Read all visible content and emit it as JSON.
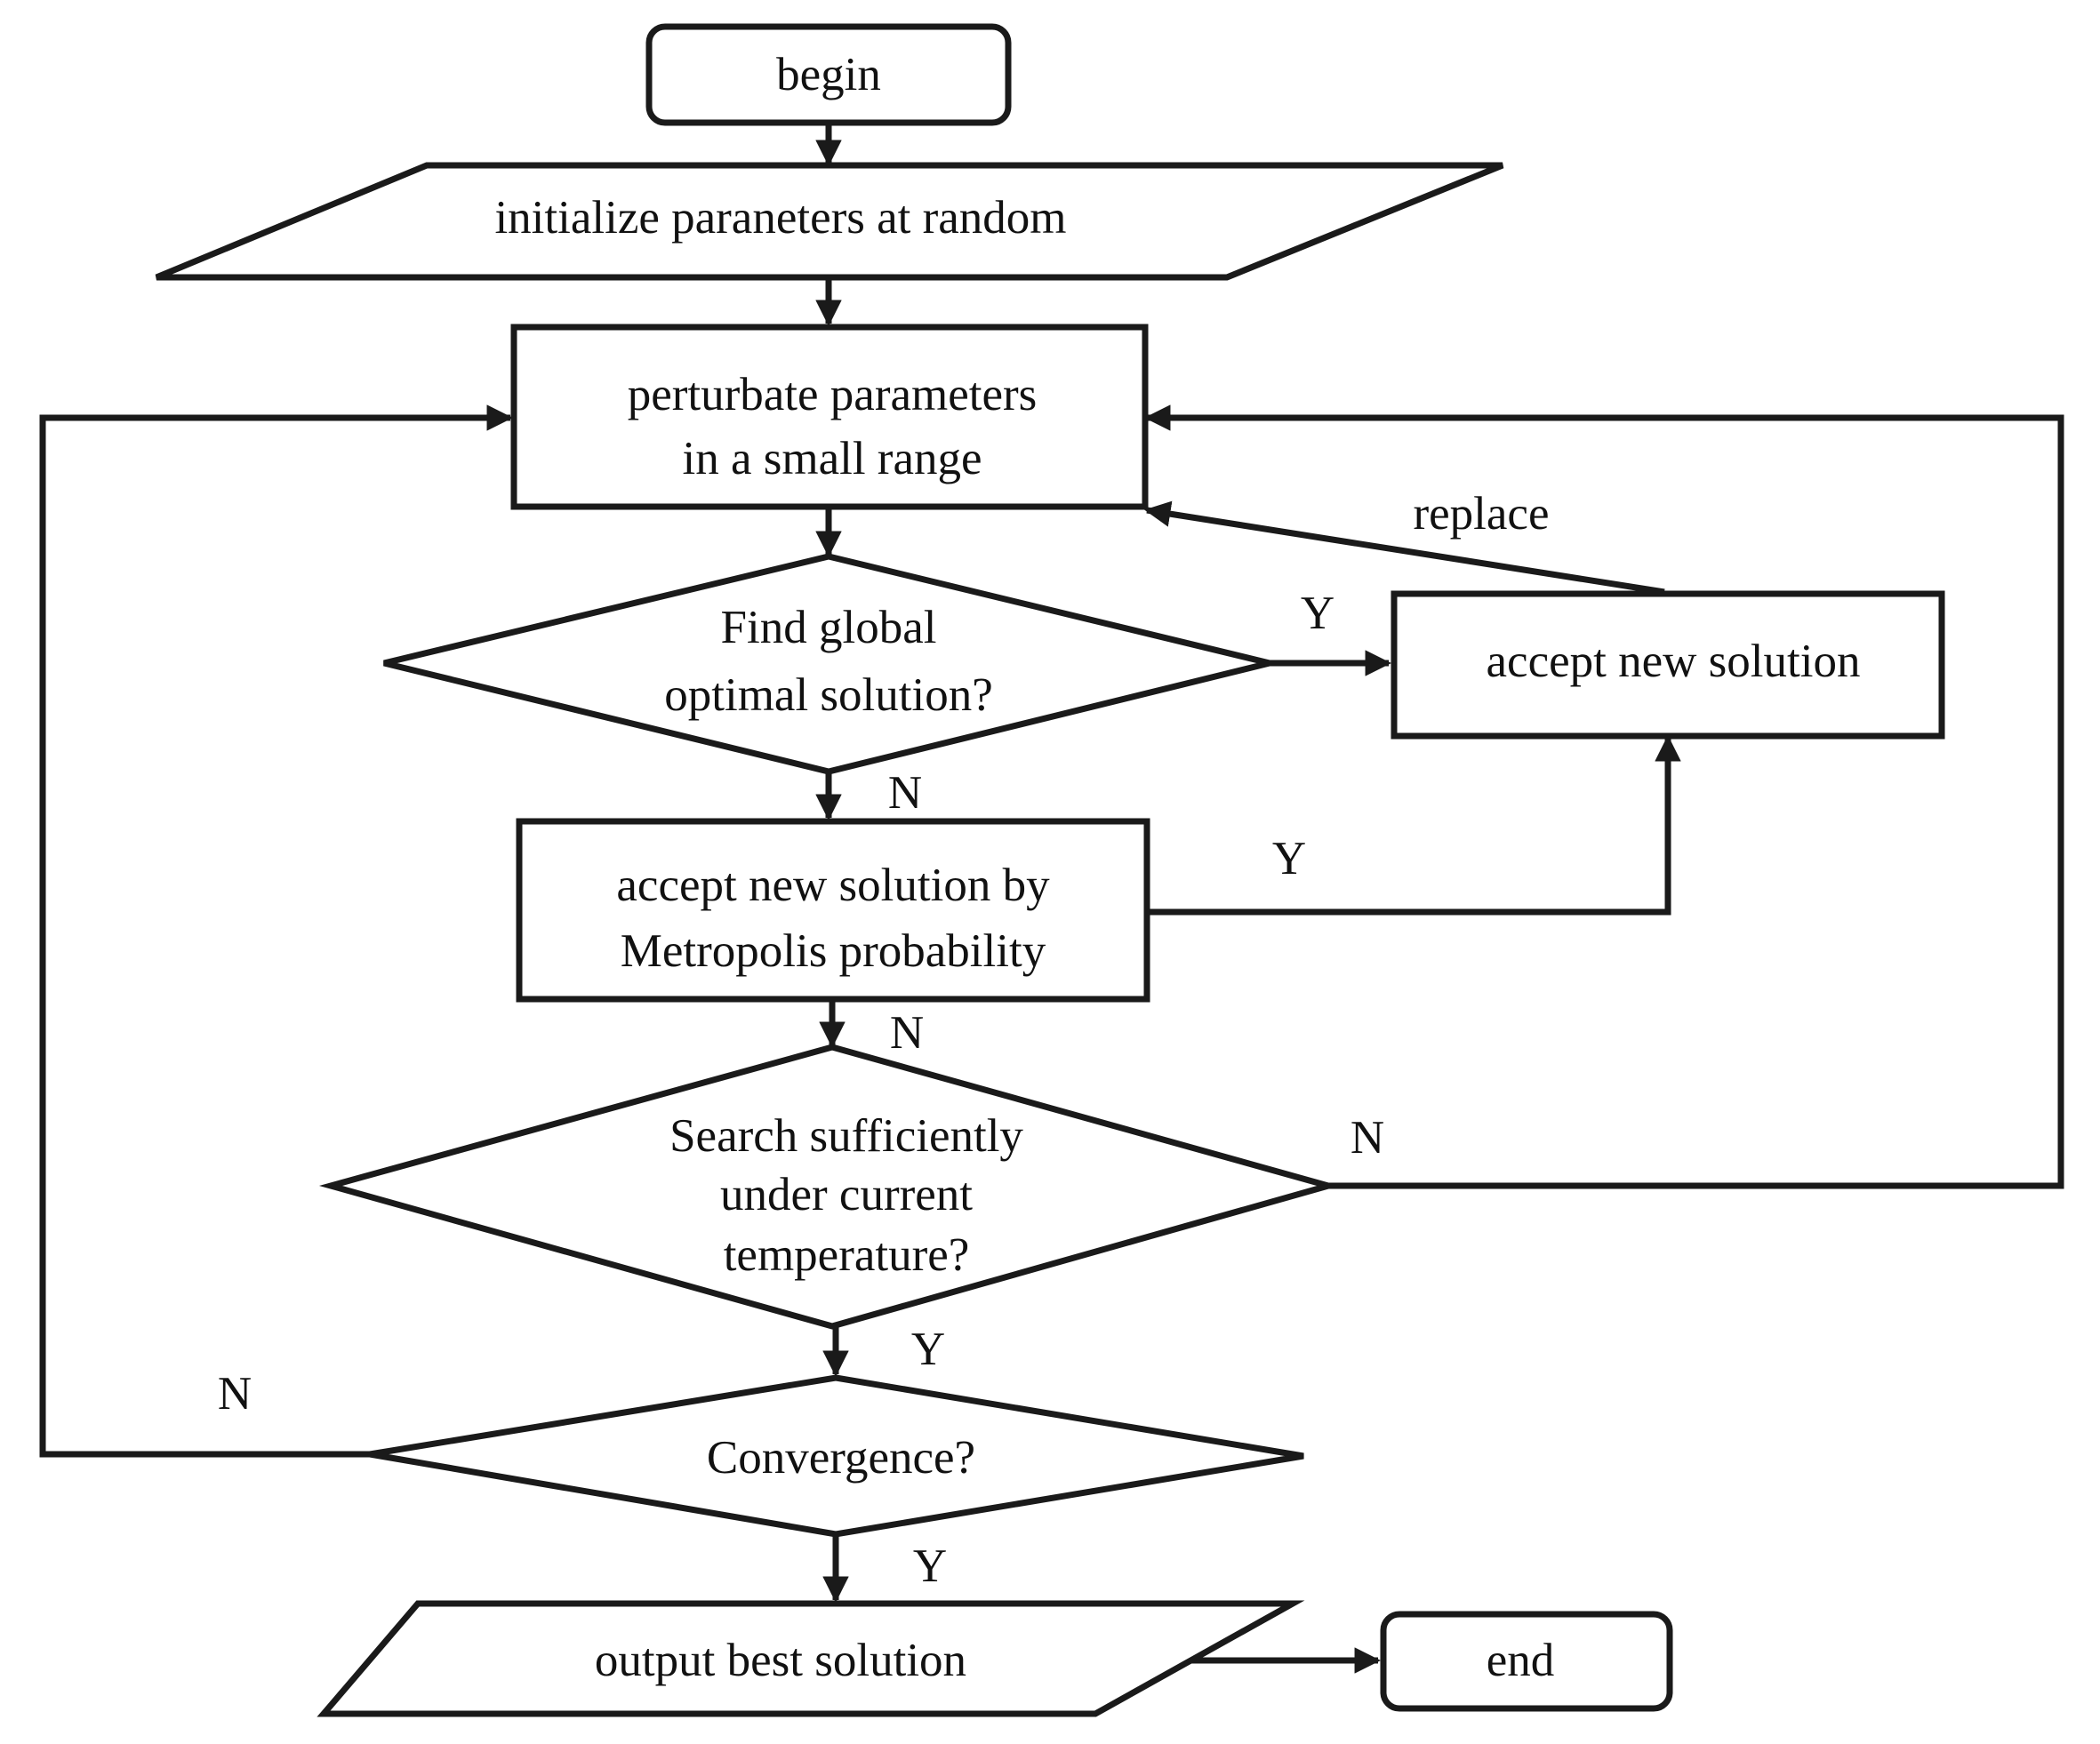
{
  "nodes": {
    "begin": "begin",
    "initialize": "initialize paraneters at random",
    "perturbate": [
      "perturbate parameters",
      "in a small range"
    ],
    "find_global": [
      "Find global",
      "optimal solution?"
    ],
    "accept_new": "accept new solution",
    "metropolis": [
      "accept new solution by",
      "Metropolis probability"
    ],
    "search_sufficiently": [
      "Search sufficiently",
      "under current",
      "temperature?"
    ],
    "convergence": "Convergence?",
    "output_best": "output best solution",
    "end": "end"
  },
  "edge_labels": {
    "replace": "replace",
    "find_global_yes": "Y",
    "find_global_no": "N",
    "metropolis_yes": "Y",
    "metropolis_no": "N",
    "search_no": "N",
    "search_yes": "Y",
    "convergence_no": "N",
    "convergence_yes": "Y"
  },
  "colors": {
    "stroke": "#1a1a1a",
    "background": "#ffffff",
    "text": "#111111"
  }
}
